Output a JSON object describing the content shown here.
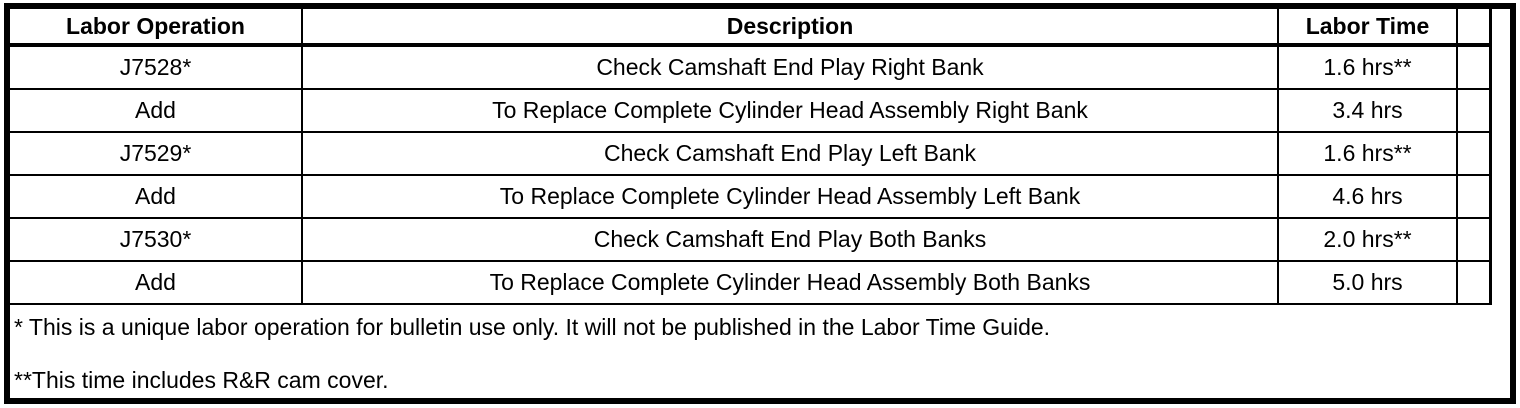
{
  "table": {
    "headers": [
      "Labor Operation",
      "Description",
      "Labor Time"
    ],
    "rows": [
      {
        "operation": "J7528*",
        "description": "Check Camshaft End Play Right Bank",
        "time": "1.6 hrs**"
      },
      {
        "operation": "Add",
        "description": "To Replace Complete Cylinder Head Assembly Right Bank",
        "time": "3.4 hrs"
      },
      {
        "operation": "J7529*",
        "description": "Check Camshaft End Play Left Bank",
        "time": "1.6 hrs**"
      },
      {
        "operation": "Add",
        "description": "To Replace Complete Cylinder Head Assembly Left Bank",
        "time": "4.6 hrs"
      },
      {
        "operation": "J7530*",
        "description": "Check Camshaft End Play Both Banks",
        "time": "2.0 hrs**"
      },
      {
        "operation": "Add",
        "description": "To Replace Complete Cylinder Head Assembly Both Banks",
        "time": "5.0 hrs"
      }
    ]
  },
  "footnotes": [
    "* This is a unique labor operation for bulletin use only. It will not be published in the Labor Time Guide.",
    "**This time includes R&R cam cover."
  ],
  "colors": {
    "border": "#000000",
    "background": "#ffffff",
    "text": "#000000"
  }
}
